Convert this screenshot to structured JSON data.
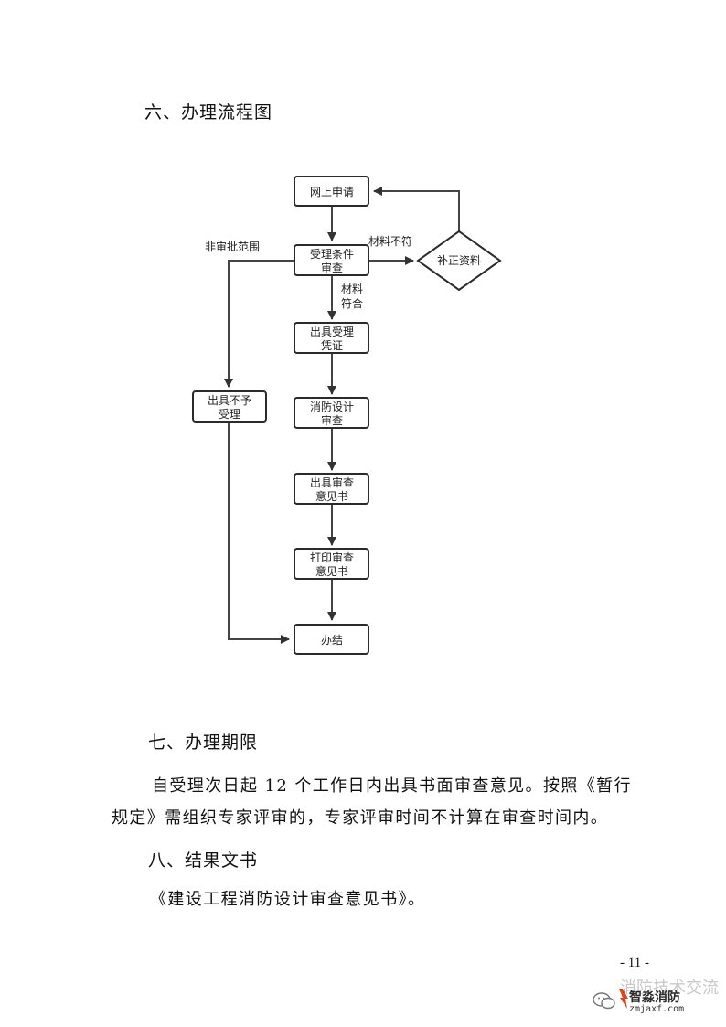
{
  "section6": {
    "title": "六、办理流程图"
  },
  "flow": {
    "online_apply": "网上申请",
    "accept_review": [
      "受理条件",
      "审查"
    ],
    "supplement": "补正资料",
    "material_mismatch": "材料不符",
    "material_match": [
      "材料",
      "符合"
    ],
    "non_scope": "非审批范围",
    "issue_receipt": [
      "出具受理",
      "凭证"
    ],
    "not_accept": [
      "出具不予",
      "受理"
    ],
    "fire_design_review": [
      "消防设计",
      "审查"
    ],
    "issue_opinion": [
      "出具审查",
      "意见书"
    ],
    "print_opinion": [
      "打印审查",
      "意见书"
    ],
    "complete": "办结"
  },
  "section7": {
    "title": "七、办理期限",
    "line1": "自受理次日起 12 个工作日内出具书面审查意见。按照《暂行",
    "line2": "规定》需组织专家评审的，专家评审时间不计算在审查时间内。"
  },
  "section8": {
    "title": "八、结果文书",
    "body": "《建设工程消防设计审查意见书》。"
  },
  "page_number": "- 11 -",
  "watermark": {
    "brand": "智淼消防",
    "url": "zmjaxf.com",
    "ghost": "消防技术交流"
  }
}
